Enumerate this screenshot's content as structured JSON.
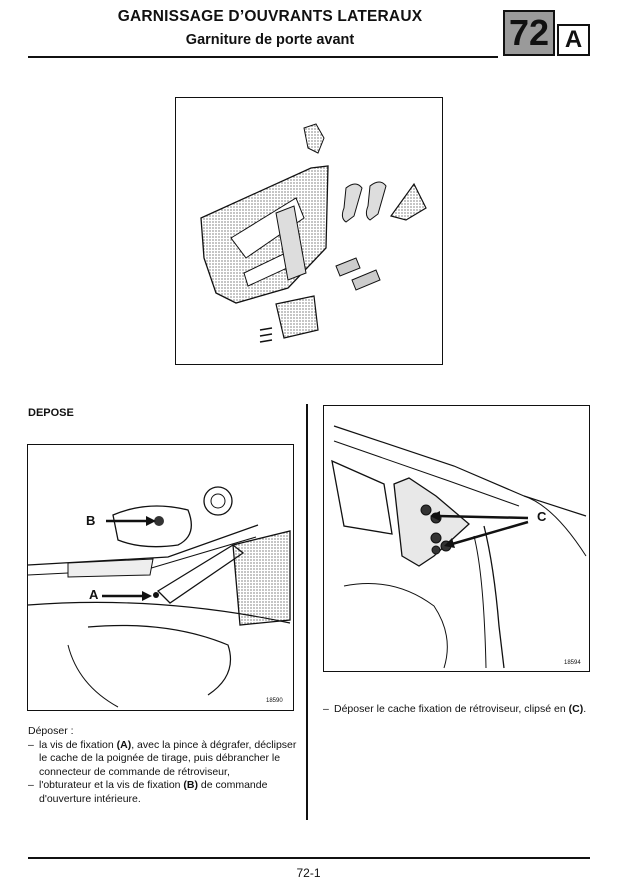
{
  "header": {
    "title": "GARNISSAGE D’OUVRANTS LATERAUX",
    "subtitle": "Garniture de porte avant",
    "section_number": "72",
    "section_letter": "A"
  },
  "figures": {
    "top": {
      "ref": ""
    },
    "left": {
      "ref": "18590",
      "label_a": "A",
      "label_b": "B"
    },
    "right": {
      "ref": "18594",
      "label_c": "C"
    }
  },
  "section_heading": "DEPOSE",
  "left_text": {
    "intro": "Déposer :",
    "item1": {
      "pre": "la vis de fixation ",
      "ref": "(A)",
      "post": ", avec la pince à dégrafer, déclipser le cache de la poignée de tirage, puis débrancher le connecteur de commande de rétroviseur,"
    },
    "item2": {
      "pre": "l'obturateur et la vis de fixation ",
      "ref": "(B)",
      "post": " de commande d'ouverture intérieure."
    }
  },
  "right_text": {
    "item1": {
      "pre": "Déposer le cache fixation de rétroviseur, clipsé en ",
      "ref": "(C)",
      "post": "."
    }
  },
  "footer": {
    "page": "72-1"
  }
}
